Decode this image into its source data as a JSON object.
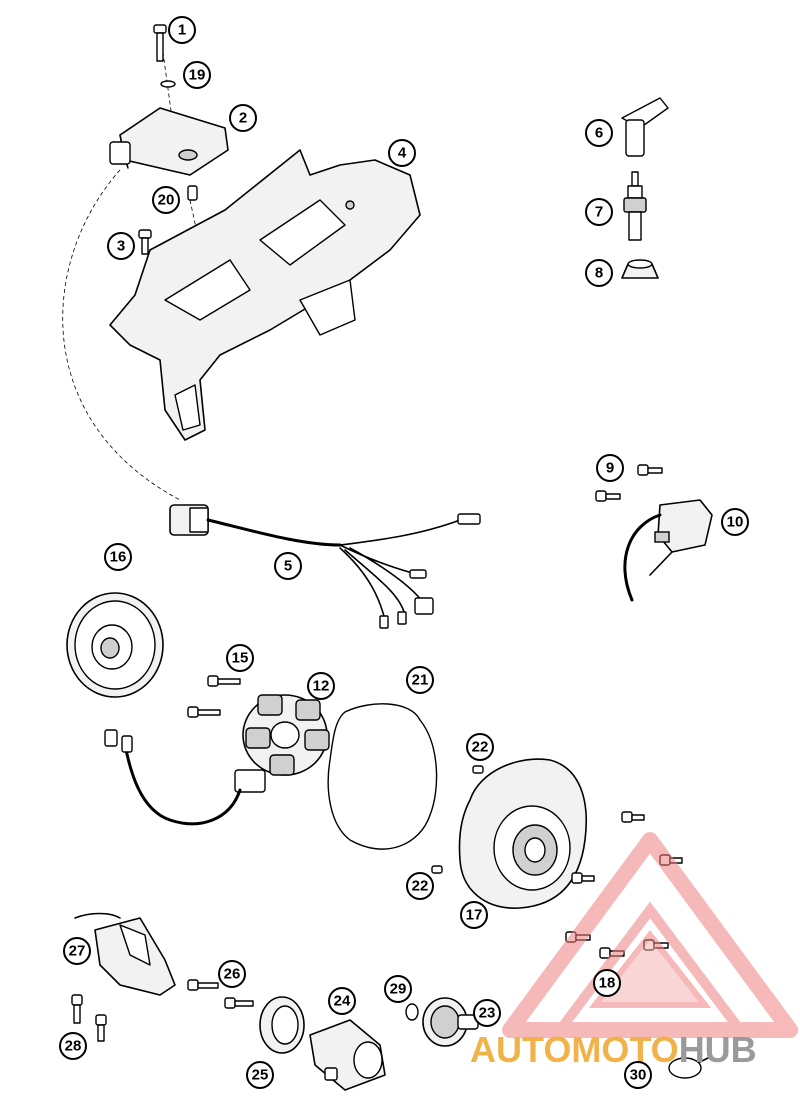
{
  "callouts": {
    "c1": "1",
    "c2": "2",
    "c3": "3",
    "c4": "4",
    "c5": "5",
    "c6": "6",
    "c7": "7",
    "c8": "8",
    "c9": "9",
    "c10": "10",
    "c12": "12",
    "c15": "15",
    "c16": "16",
    "c17": "17",
    "c18": "18",
    "c19": "19",
    "c20": "20",
    "c21": "21",
    "c22a": "22",
    "c22b": "22",
    "c23": "23",
    "c24": "24",
    "c25": "25",
    "c26": "26",
    "c27": "27",
    "c28": "28",
    "c29": "29",
    "c30": "30"
  },
  "watermark": {
    "part1": "AUTO",
    "part2": "MOTO",
    "part3": "HUB",
    "colors": {
      "primary": "#f2b24a",
      "secondary": "#f08080",
      "accent": "#9a9a9a"
    }
  }
}
